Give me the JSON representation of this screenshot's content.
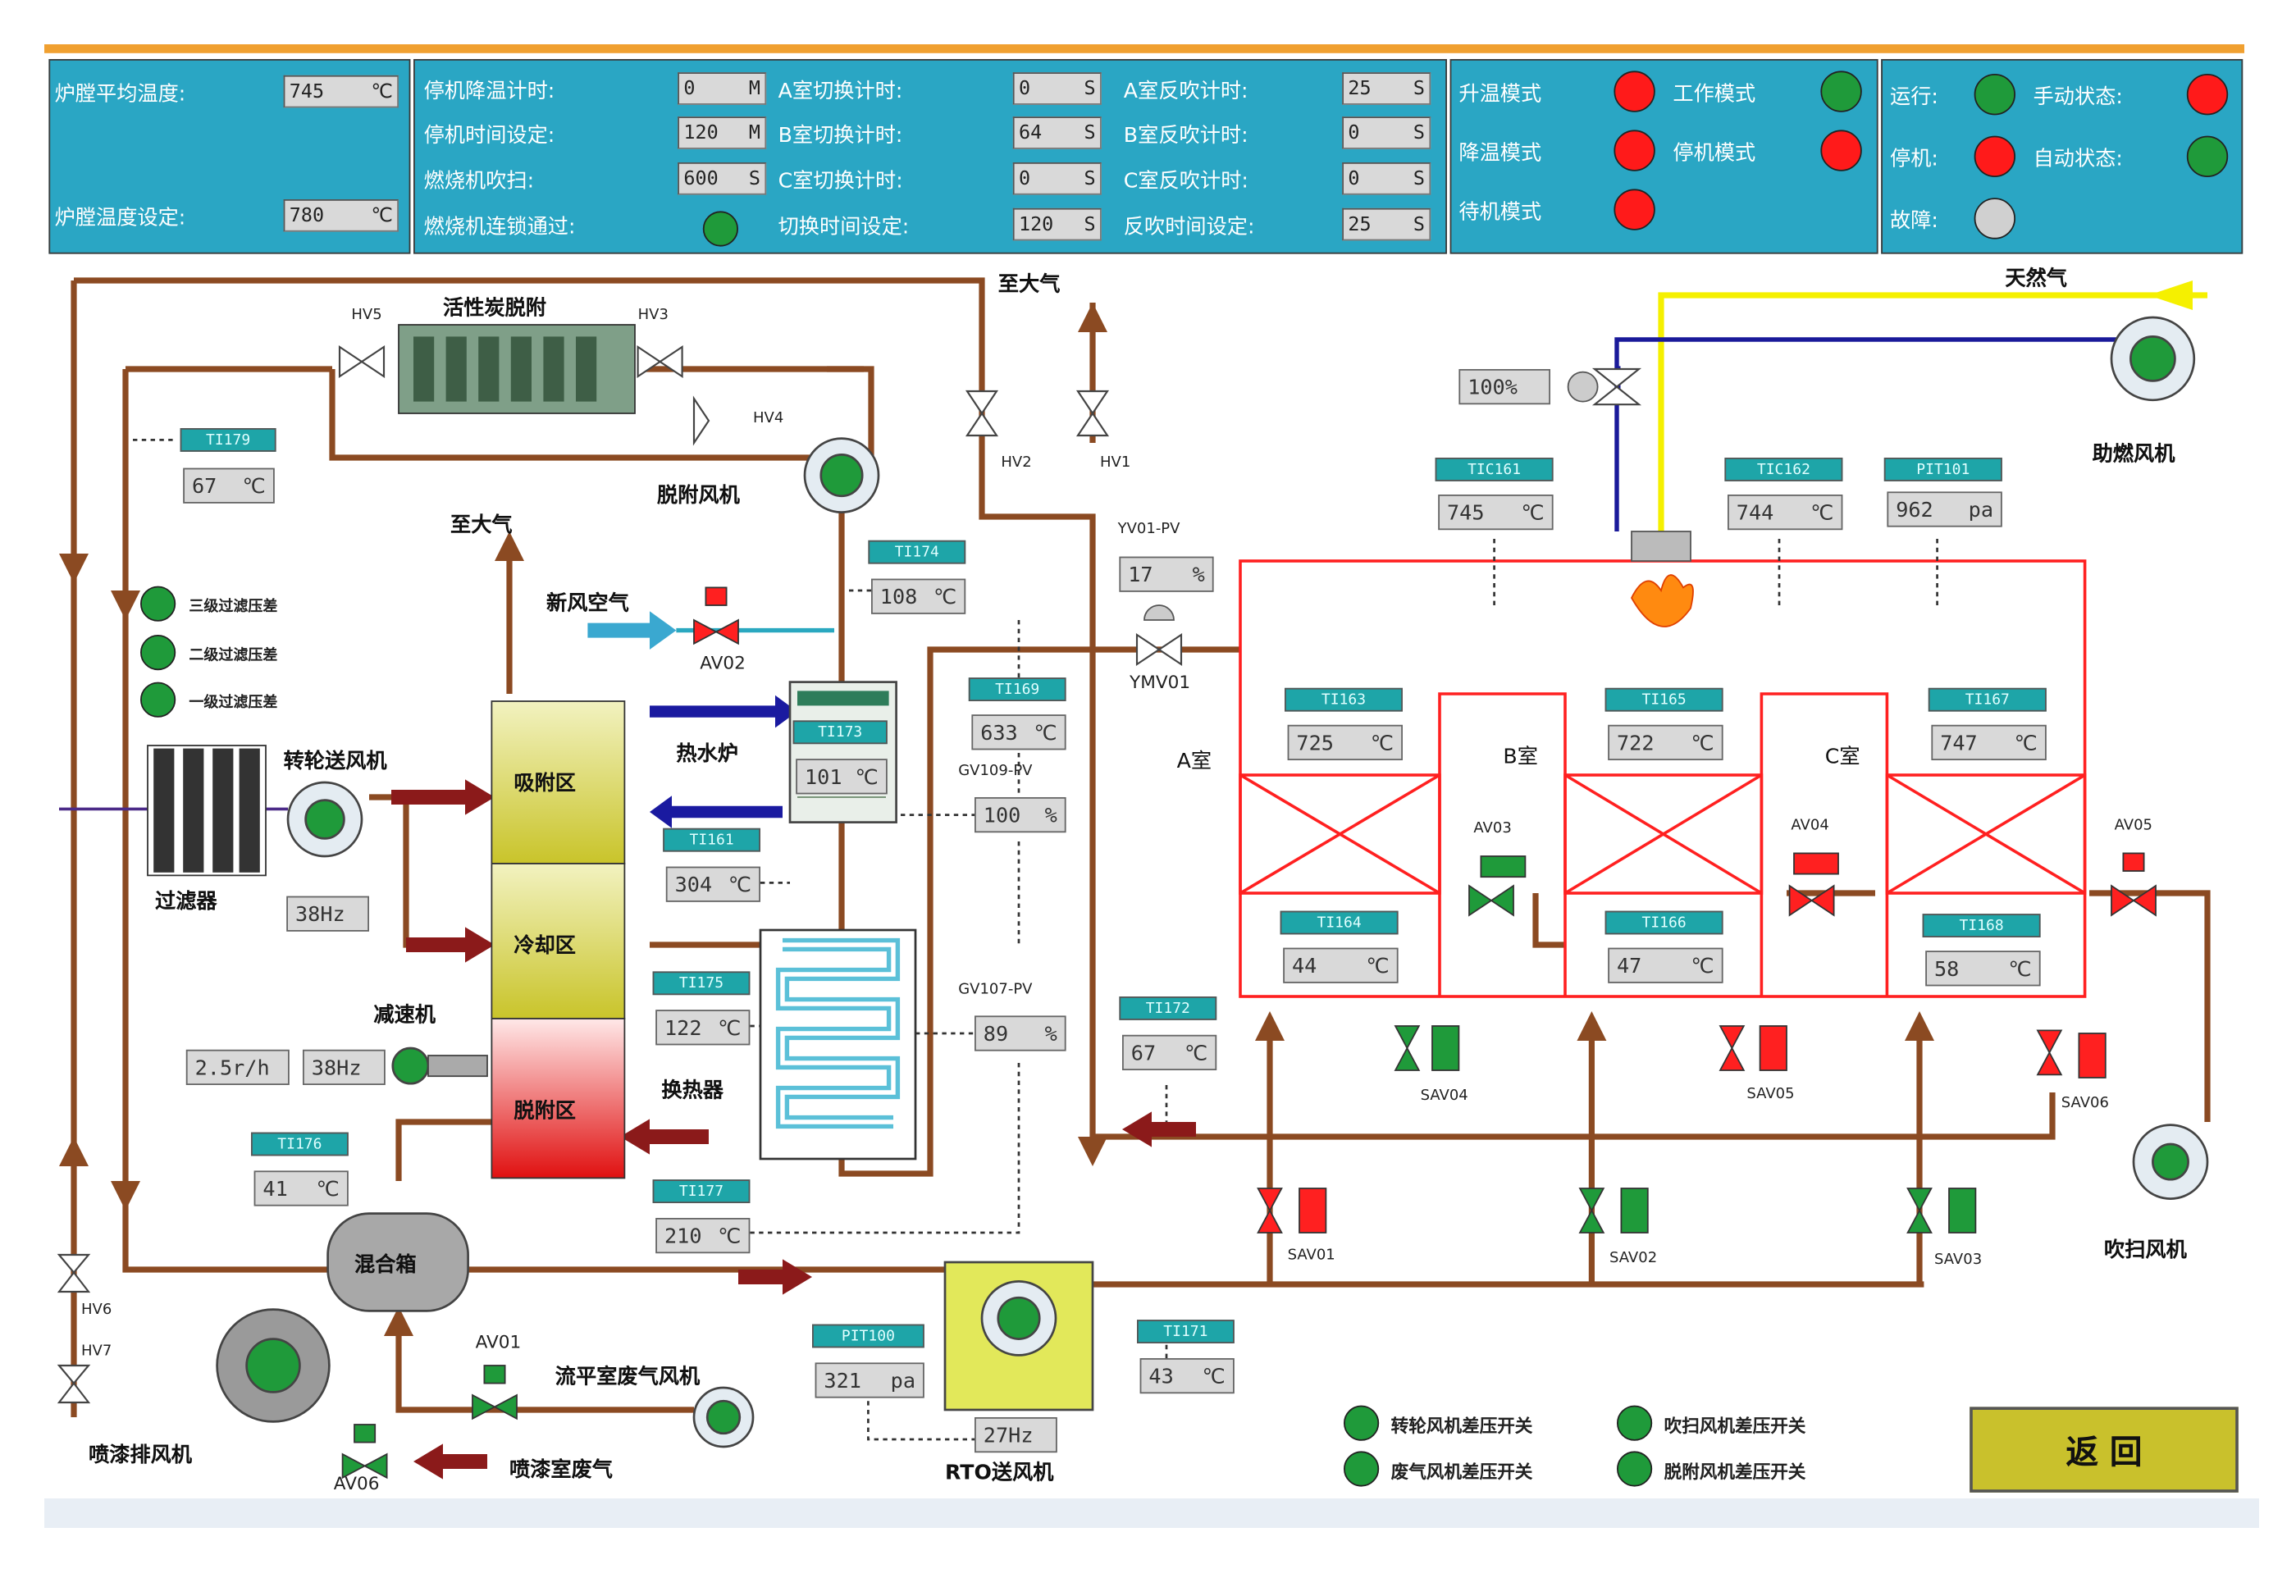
{
  "colors": {
    "panel": "#2aa6c4",
    "lamp_green": "#1f9a3a",
    "lamp_red": "#ff1a1a",
    "lamp_grey": "#d0d0d0",
    "pipe": "#8b4a22",
    "rto_border": "#ff2020",
    "back_button": "#c9c12c"
  },
  "panels": {
    "furnace": {
      "avg_temp_label": "炉膛平均温度:",
      "avg_temp_value": "745",
      "avg_temp_unit": "℃",
      "temp_set_label": "炉膛温度设定:",
      "temp_set_value": "780",
      "temp_set_unit": "℃"
    },
    "timers": {
      "shutdown_cool_label": "停机降温计时:",
      "shutdown_cool_value": "0",
      "shutdown_cool_unit": "M",
      "shutdown_set_label": "停机时间设定:",
      "shutdown_set_value": "120",
      "shutdown_set_unit": "M",
      "burner_purge_label": "燃烧机吹扫:",
      "burner_purge_value": "600",
      "burner_purge_unit": "S",
      "burner_interlock_label": "燃烧机连锁通过:",
      "a_switch_label": "A室切换计时:",
      "a_switch_value": "0",
      "a_switch_unit": "S",
      "b_switch_label": "B室切换计时:",
      "b_switch_value": "64",
      "b_switch_unit": "S",
      "c_switch_label": "C室切换计时:",
      "c_switch_value": "0",
      "c_switch_unit": "S",
      "switch_set_label": "切换时间设定:",
      "switch_set_value": "120",
      "switch_set_unit": "S",
      "a_back_label": "A室反吹计时:",
      "a_back_value": "25",
      "a_back_unit": "S",
      "b_back_label": "B室反吹计时:",
      "b_back_value": "0",
      "b_back_unit": "S",
      "c_back_label": "C室反吹计时:",
      "c_back_value": "0",
      "c_back_unit": "S",
      "back_set_label": "反吹时间设定:",
      "back_set_value": "25",
      "back_set_unit": "S"
    },
    "modes": {
      "heat_mode": "升温模式",
      "work_mode": "工作模式",
      "cool_mode": "降温模式",
      "stop_mode": "停机模式",
      "standby_mode": "待机模式"
    },
    "status": {
      "run": "运行:",
      "manual": "手动状态:",
      "stop": "停机:",
      "auto": "自动状态:",
      "fault": "故障:"
    }
  },
  "diagram": {
    "to_atmosphere": "至大气",
    "activated_carbon": "活性炭脱附",
    "desorption_fan": "脱附风机",
    "fresh_air": "新风空气",
    "natural_gas": "天然气",
    "combustion_fan": "助燃风机",
    "filter_3": "三级过滤压差",
    "filter_2": "二级过滤压差",
    "filter_1": "一级过滤压差",
    "filter": "过滤器",
    "rotor_fan": "转轮送风机",
    "adsorb_zone": "吸附区",
    "cool_zone": "冷却区",
    "desorb_zone": "脱附区",
    "hot_water_boiler": "热水炉",
    "heat_exchanger": "换热器",
    "reducer": "减速机",
    "mixing_box": "混合箱",
    "spray_exhaust_fan": "喷漆排风机",
    "leveling_fan": "流平室废气风机",
    "spray_waste_gas": "喷漆室废气",
    "rto_fan": "RTO送风机",
    "purge_fan": "吹扫风机",
    "room_a": "A室",
    "room_b": "B室",
    "room_c": "C室",
    "gas_valve_pct": "100%",
    "rotor_hz": "38Hz",
    "reducer_speed": "2.5r/h",
    "reducer_hz": "38Hz",
    "rto_hz": "27Hz",
    "valves": {
      "hv5": "HV5",
      "hv3": "HV3",
      "hv4": "HV4",
      "hv2": "HV2",
      "hv1": "HV1",
      "hv6": "HV6",
      "hv7": "HV7",
      "av01": "AV01",
      "av02": "AV02",
      "av03": "AV03",
      "av04": "AV04",
      "av05": "AV05",
      "av06": "AV06",
      "sav01": "SAV01",
      "sav02": "SAV02",
      "sav03": "SAV03",
      "sav04": "SAV04",
      "sav05": "SAV05",
      "sav06": "SAV06",
      "ymv01": "YMV01",
      "yv01_pv": "YV01-PV",
      "gv109_pv": "GV109-PV",
      "gv107_pv": "GV107-PV"
    },
    "tags": {
      "ti179": {
        "tag": "TI179",
        "value": "67",
        "unit": "℃"
      },
      "ti174": {
        "tag": "TI174",
        "value": "108",
        "unit": "℃"
      },
      "ti169": {
        "tag": "TI169",
        "value": "633",
        "unit": "℃"
      },
      "ti173": {
        "tag": "TI173",
        "value": "101",
        "unit": "℃"
      },
      "ti161": {
        "tag": "TI161",
        "value": "304",
        "unit": "℃"
      },
      "ti175": {
        "tag": "TI175",
        "value": "122",
        "unit": "℃"
      },
      "ti176": {
        "tag": "TI176",
        "value": "41",
        "unit": "℃"
      },
      "ti177": {
        "tag": "TI177",
        "value": "210",
        "unit": "℃"
      },
      "ti172": {
        "tag": "TI172",
        "value": "67",
        "unit": "℃"
      },
      "ti171": {
        "tag": "TI171",
        "value": "43",
        "unit": "℃"
      },
      "pit100": {
        "tag": "PIT100",
        "value": "321",
        "unit": "pa"
      },
      "tic161": {
        "tag": "TIC161",
        "value": "745",
        "unit": "℃"
      },
      "tic162": {
        "tag": "TIC162",
        "value": "744",
        "unit": "℃"
      },
      "pit101": {
        "tag": "PIT101",
        "value": "962",
        "unit": "pa"
      },
      "ti163": {
        "tag": "TI163",
        "value": "725",
        "unit": "℃"
      },
      "ti165": {
        "tag": "TI165",
        "value": "722",
        "unit": "℃"
      },
      "ti167": {
        "tag": "TI167",
        "value": "747",
        "unit": "℃"
      },
      "ti164": {
        "tag": "TI164",
        "value": "44",
        "unit": "℃"
      },
      "ti166": {
        "tag": "TI166",
        "value": "47",
        "unit": "℃"
      },
      "ti168": {
        "tag": "TI168",
        "value": "58",
        "unit": "℃"
      },
      "yv01": {
        "value": "17",
        "unit": "%"
      },
      "gv109": {
        "value": "100",
        "unit": "%"
      },
      "gv107": {
        "value": "89",
        "unit": "%"
      }
    },
    "legend": {
      "rotor_fan_ps": "转轮风机差压开关",
      "purge_fan_ps": "吹扫风机差压开关",
      "waste_fan_ps": "废气风机差压开关",
      "desorb_fan_ps": "脱附风机差压开关"
    }
  },
  "back_button": "返 回"
}
